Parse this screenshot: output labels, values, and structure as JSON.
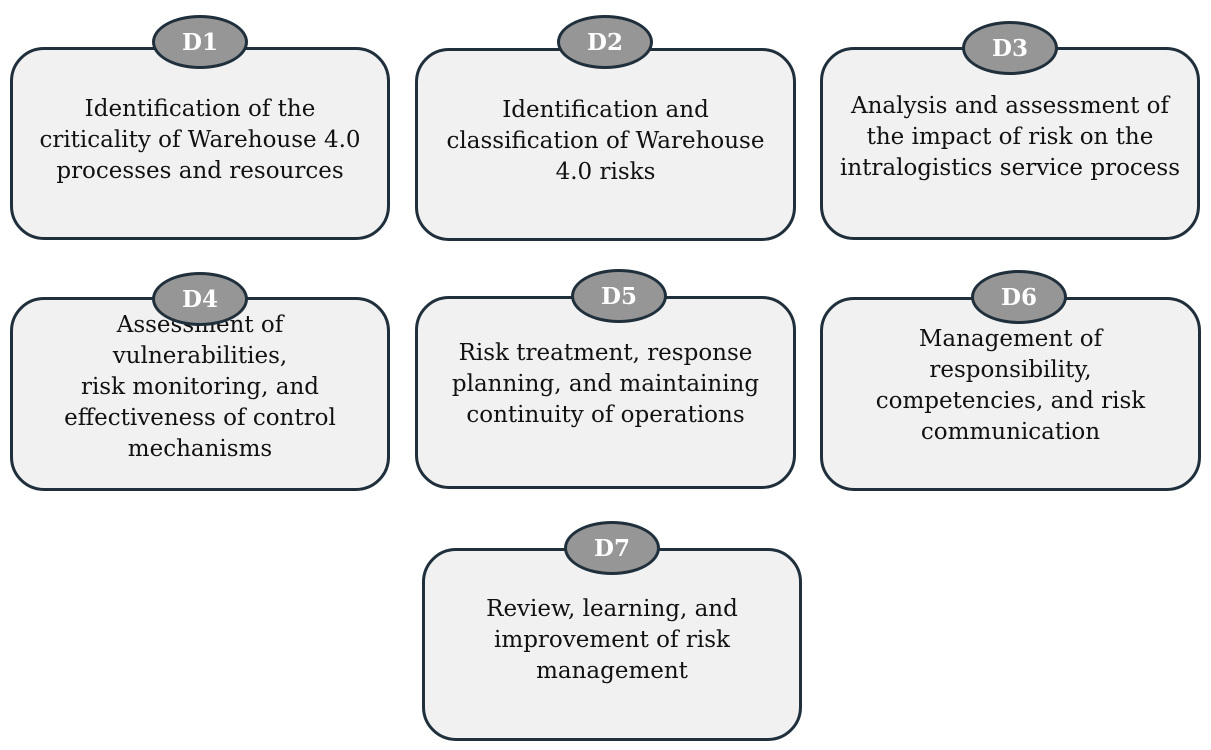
{
  "dimensions": [
    {
      "id": "D1",
      "text": "Identification of the\ncriticality of Warehouse 4.0\nprocesses and resources"
    },
    {
      "id": "D2",
      "text": "Identification and\nclassification of Warehouse\n4.0 risks"
    },
    {
      "id": "D3",
      "text": "Analysis and assessment of\nthe impact of risk on the\nintralogistics service process"
    },
    {
      "id": "D4",
      "text": "Assessment of vulnerabilities,\nrisk monitoring, and\neffectiveness of control\nmechanisms"
    },
    {
      "id": "D5",
      "text": "Risk treatment, response\nplanning, and maintaining\ncontinuity of operations"
    },
    {
      "id": "D6",
      "text": "Management of\nresponsibility,\ncompetencies, and risk\ncommunication"
    },
    {
      "id": "D7",
      "text": "Review, learning, and\nimprovement of risk\nmanagement"
    }
  ],
  "colors": {
    "card_fill": "#f1f1f1",
    "card_border": "#1f2f3b",
    "badge_fill": "#969696",
    "badge_text": "#ffffff"
  }
}
